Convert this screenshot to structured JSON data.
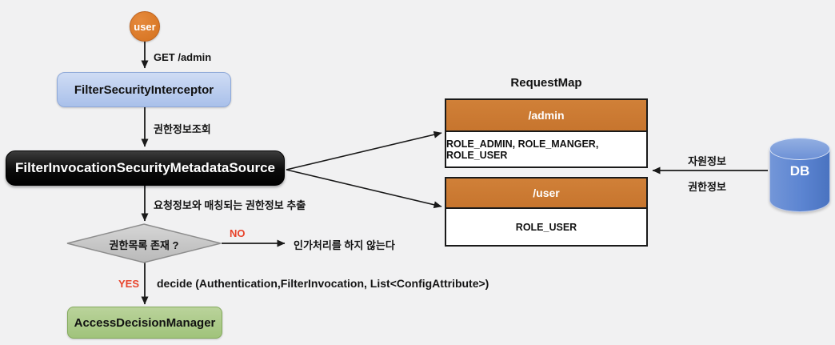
{
  "colors": {
    "background": "#f1f1f2",
    "user_circle_orange": "#d9772b",
    "interceptor_box_blue": "#aec3ec",
    "metadata_source_box_black": "#0d0d0d",
    "decision_diamond_gray": "#c8c8c8",
    "access_decision_box_green": "#a8c781",
    "request_map_header_orange": "#c7752e",
    "db_cylinder_blue": "#5b84d1",
    "yes_no_label_red": "#e8432b",
    "arrow_black": "#1a1a1a"
  },
  "nodes": {
    "user": {
      "label": "user"
    },
    "filter_security_interceptor": {
      "label": "FilterSecurityInterceptor"
    },
    "filter_invocation_security_metadata_source": {
      "label": "FilterInvocationSecurityMetadataSource"
    },
    "permission_list_decision": {
      "label": "권한목록 존재 ?"
    },
    "access_decision_manager": {
      "label": "AccessDecisionManager"
    },
    "db": {
      "label": "DB"
    }
  },
  "edge_labels": {
    "get_admin": "GET /admin",
    "permission_lookup": "권한정보조회",
    "extract_matching_permission": "요청정보와 매칭되는 권한정보 추출",
    "no": "NO",
    "no_outcome": "인가처리를 하지 않는다",
    "yes": "YES",
    "decide_call": "decide (Authentication,FilterInvocation, List<ConfigAttribute>)",
    "resource_info": "자원정보",
    "permission_info": "권한정보"
  },
  "request_map": {
    "title": "RequestMap",
    "entries": [
      {
        "path": "/admin",
        "roles": "ROLE_ADMIN, ROLE_MANGER, ROLE_USER"
      },
      {
        "path": "/user",
        "roles": "ROLE_USER"
      }
    ]
  }
}
